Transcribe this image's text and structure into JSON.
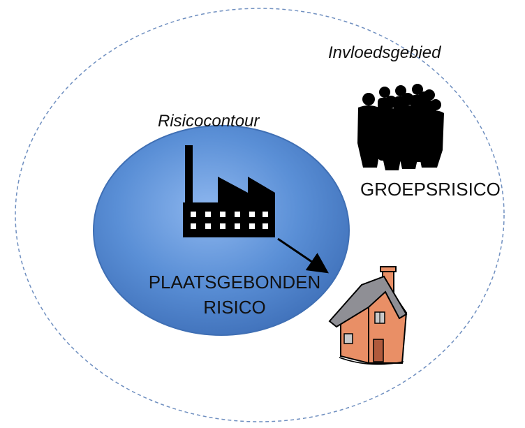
{
  "zones": {
    "outer_label": "Invloedsgebied",
    "inner_label": "Risicocontour"
  },
  "risks": {
    "group_risk": "GROEPSRISICO",
    "location_risk_line1": "PLAATSGEBONDEN",
    "location_risk_line2": "RISICO"
  },
  "icons": {
    "factory": "factory-icon",
    "crowd": "crowd-silhouette-icon",
    "house": "house-icon",
    "arrow": "arrow-icon"
  },
  "colors": {
    "inner_circle": "#5a8fd6",
    "inner_circle_edge": "#3f6fb4",
    "outer_dashed": "#6f8fc0",
    "ink": "#000000",
    "house_wall": "#e98f66",
    "house_roof": "#8f8f95"
  }
}
